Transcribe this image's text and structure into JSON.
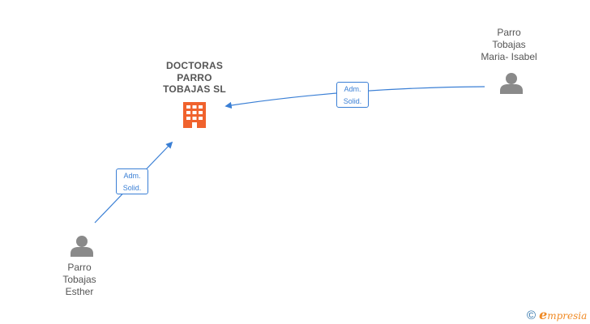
{
  "company": {
    "name_lines": [
      "DOCTORAS",
      "PARRO",
      "TOBAJAS  SL"
    ],
    "icon": "building-icon",
    "icon_color": "#f0622d"
  },
  "persons": [
    {
      "id": "maria",
      "name_lines": [
        "Parro",
        "Tobajas",
        "Maria- Isabel"
      ],
      "icon": "person-icon"
    },
    {
      "id": "esther",
      "name_lines": [
        "Parro",
        "Tobajas",
        "Esther"
      ],
      "icon": "person-icon"
    }
  ],
  "edges": [
    {
      "from": "maria",
      "to": "company",
      "label_lines": [
        "Adm.",
        "Solid."
      ]
    },
    {
      "from": "esther",
      "to": "company",
      "label_lines": [
        "Adm.",
        "Solid."
      ]
    }
  ],
  "colors": {
    "edge": "#3a7fd5",
    "person": "#8a8a8a",
    "text": "#555555"
  },
  "brand": {
    "copyright": "©",
    "initial": "e",
    "rest": "mpresia"
  }
}
